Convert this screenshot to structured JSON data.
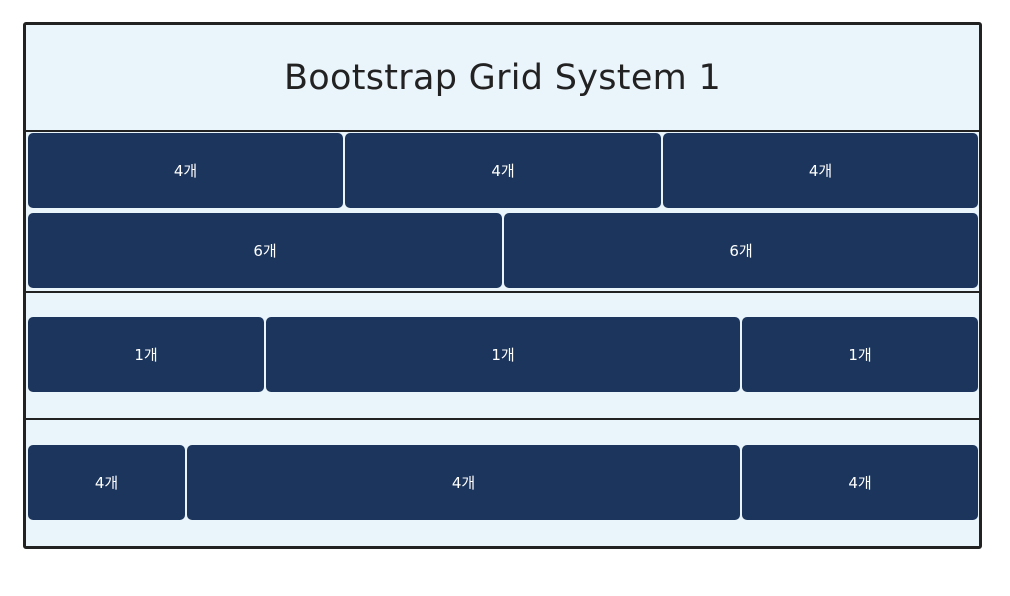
{
  "title": "Bootstrap Grid System 1",
  "rows": [
    {
      "cells": [
        "4개",
        "4개",
        "4개"
      ]
    },
    {
      "cells": [
        "6개",
        "6개"
      ]
    },
    {
      "cells": [
        "1개",
        "1개",
        "1개"
      ]
    },
    {
      "cells": [
        "4개",
        "4개",
        "4개"
      ]
    }
  ],
  "colors": {
    "background": "#eaf4fb",
    "cell": "#1b355c",
    "border": "#222222",
    "text": "#ffffff"
  }
}
